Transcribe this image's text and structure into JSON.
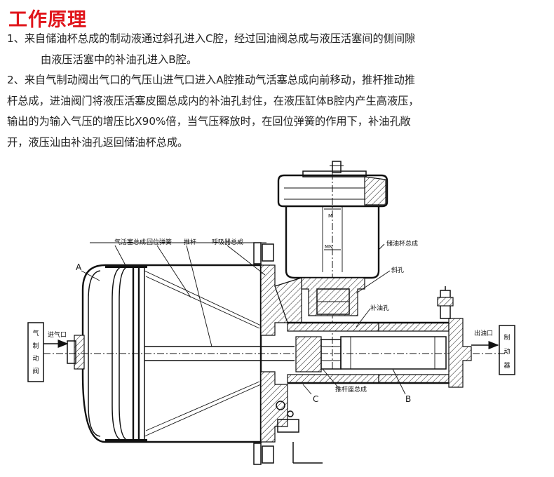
{
  "title": "工作原理",
  "paragraphs": [
    {
      "lines": [
        "1、来自储油杯总成的制动液通过斜孔进入C腔，经过回油阀总成与液压活塞间的侧间隙",
        "由液压活塞中的补油孔进入B腔。"
      ]
    },
    {
      "lines": [
        "2、来自气制动阀出气口的气压山进气口进入A腔推动气活塞总成向前移动，推杆推动推",
        "杆总成，进油阀门将液压活塞皮圈总成内的补油孔封住，在液压缸体B腔内产生高液压，",
        "输出的为输入气压的增压比X90%倍，当气压释放时，在回位弹簧的作用下，补油孔敞",
        "开，液压汕由补油孔返回储油杯总成。"
      ]
    }
  ],
  "diagram": {
    "labels": {
      "air_piston": "气活塞总成",
      "return_spring": "回位弹簧",
      "push_rod": "推杆",
      "breather": "呼吸器总成",
      "reservoir": "储油杯总成",
      "oblique_hole": "斜孔",
      "refill_hole": "补油孔",
      "chamber_a": "A",
      "chamber_b": "B",
      "chamber_c": "C",
      "push_rod_seat": "推杆座总成",
      "air_inlet": "进气口",
      "oil_outlet": "出油口",
      "brake_valve": [
        "气",
        "制",
        "动",
        "阀"
      ],
      "brake_device": [
        "制",
        "动",
        "器"
      ],
      "level_max": "M",
      "level_min": "MN"
    }
  }
}
